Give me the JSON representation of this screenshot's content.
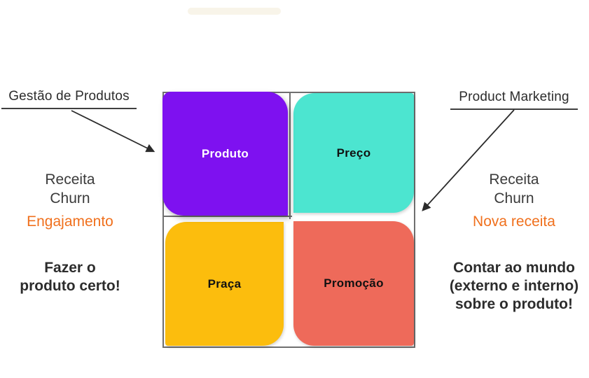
{
  "annotations": {
    "left": {
      "title": "Gestão de Produtos",
      "metrics": [
        "Receita",
        "Churn"
      ],
      "highlight": "Engajamento",
      "statement_lines": [
        "Fazer o",
        "produto certo!"
      ]
    },
    "right": {
      "title": "Product Marketing",
      "metrics": [
        "Receita",
        "Churn"
      ],
      "highlight": "Nova receita",
      "statement_lines": [
        "Contar ao mundo",
        "(externo e interno)",
        "sobre o produto!"
      ]
    }
  },
  "quadrants": [
    {
      "label": "Produto",
      "color": "#7e11f0",
      "text_color": "#ffffff"
    },
    {
      "label": "Preço",
      "color": "#4ce5d0",
      "text_color": "#111111"
    },
    {
      "label": "Praça",
      "color": "#fcbd0d",
      "text_color": "#111111"
    },
    {
      "label": "Promoção",
      "color": "#ee6a5a",
      "text_color": "#111111"
    }
  ],
  "colors": {
    "highlight_orange": "#f0701d",
    "frame_gray": "#6f6f6f",
    "arrow_dark": "#2b2b2b"
  }
}
